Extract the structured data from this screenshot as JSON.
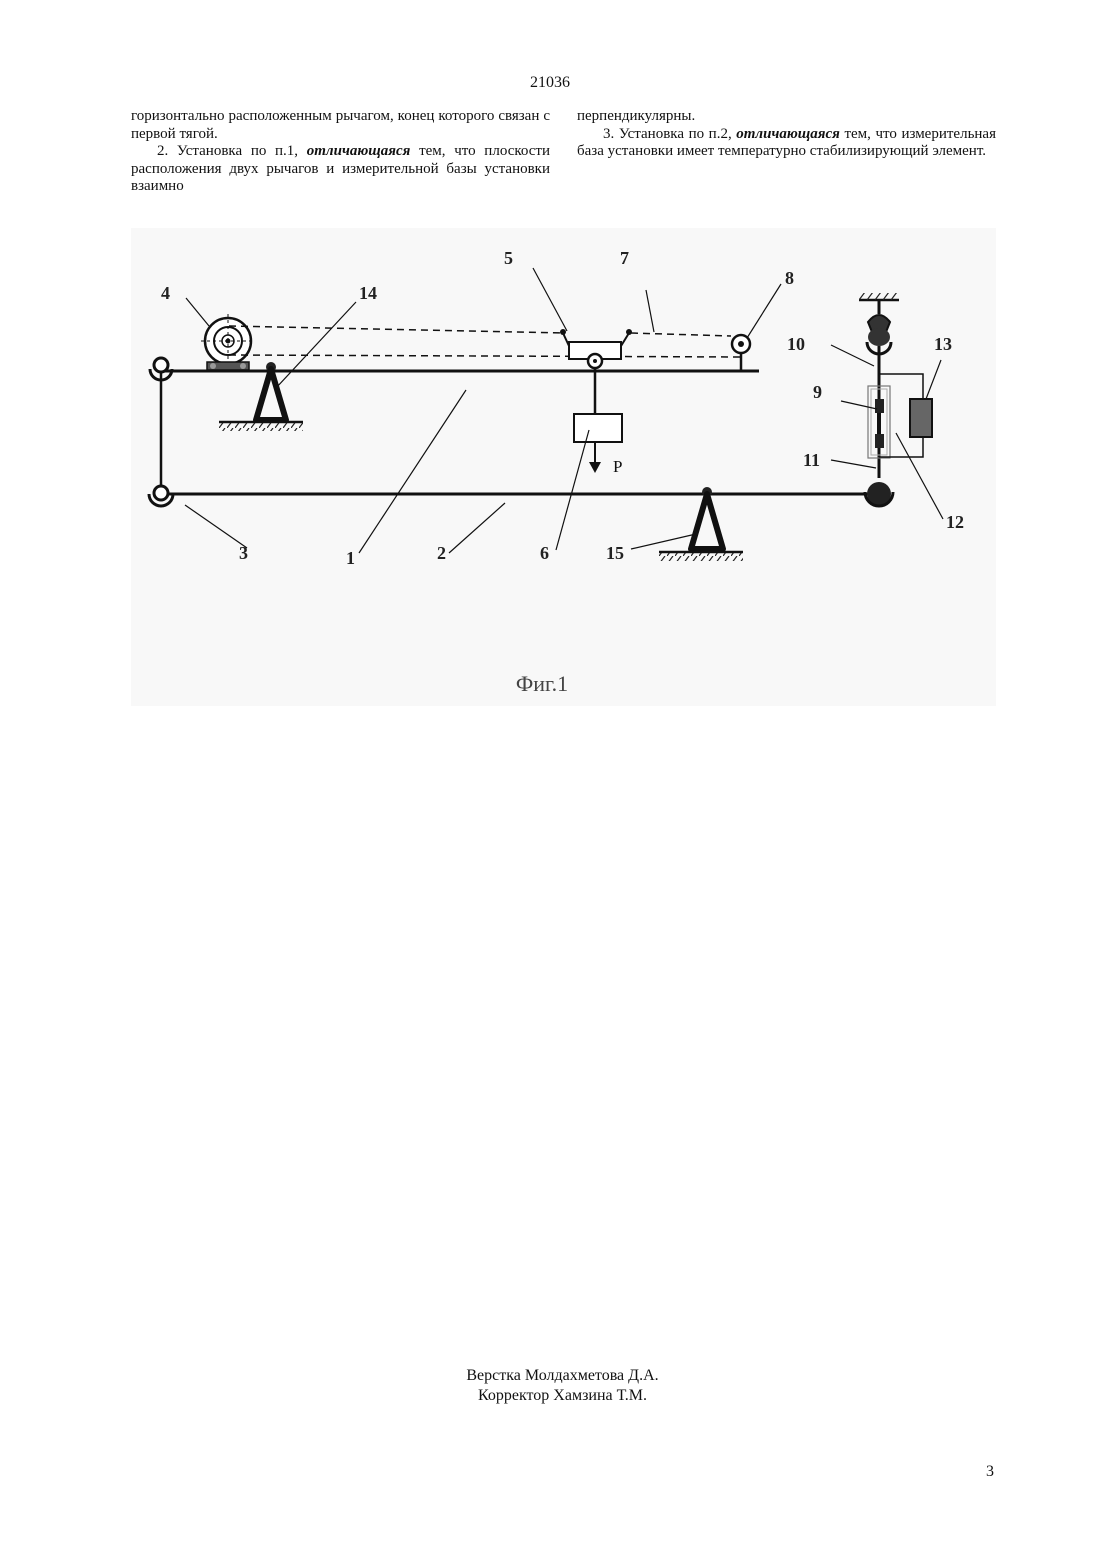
{
  "header": {
    "doc_number": "21036"
  },
  "claims": {
    "left": {
      "p1": "горизонтально расположенным рычагом, конец которого связан с первой тягой.",
      "p2_start": "2. Установка по п.1, ",
      "p2_emph": "отличающаяся",
      "p2_end": " тем, что плоскости расположения двух рычагов и измерительной базы установки взаимно"
    },
    "right": {
      "p1": "перпендикулярны.",
      "p2_start": "3. Установка по п.2, ",
      "p2_emph": "отличающаяся",
      "p2_end": " тем, что измерительная база установки имеет температурно стабилизирующий элемент."
    }
  },
  "figure": {
    "caption": "Фиг.1",
    "force_label": "P",
    "labels": {
      "l1": "1",
      "l2": "2",
      "l3": "3",
      "l4": "4",
      "l5": "5",
      "l6": "6",
      "l7": "7",
      "l8": "8",
      "l9": "9",
      "l10": "10",
      "l11": "11",
      "l12": "12",
      "l13": "13",
      "l14": "14",
      "l15": "15"
    }
  },
  "footer": {
    "layout": "Верстка Молдахметова Д.А.",
    "corrector": "Корректор Хамзина Т.М.",
    "page_number": "3"
  }
}
